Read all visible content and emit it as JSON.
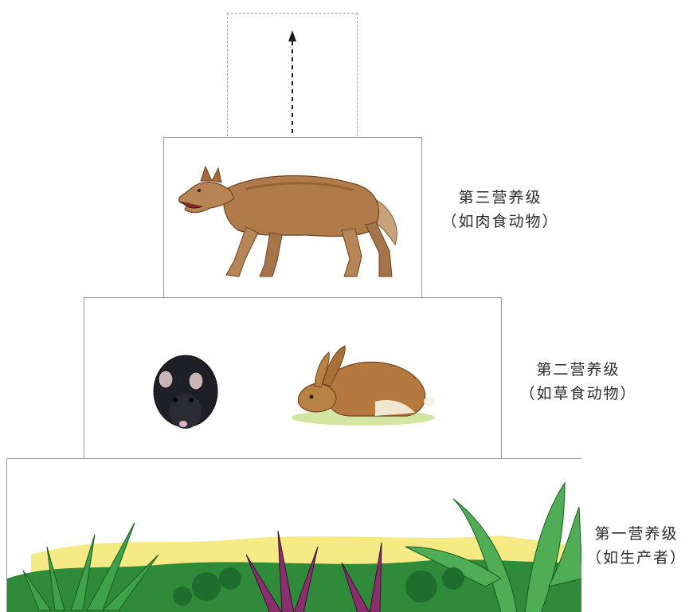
{
  "pyramid": {
    "levels": [
      {
        "title": "第三营养级",
        "subtitle": "（如肉食动物）",
        "organisms": [
          "wolf"
        ]
      },
      {
        "title": "第二营养级",
        "subtitle": "（如草食动物）",
        "organisms": [
          "mouse",
          "rabbit"
        ]
      },
      {
        "title": "第一营养级",
        "subtitle": "（如生产者）",
        "organisms": [
          "plants"
        ]
      }
    ],
    "next_level_arrow": "dashed-up-arrow"
  },
  "colors": {
    "border": "#9a9a9a",
    "text": "#2b2b2b",
    "wolf_fur": "#b07a4a",
    "rabbit_fur": "#b5793f",
    "mouse_fur": "#1f1f28",
    "foliage": "#2f8a3a"
  }
}
